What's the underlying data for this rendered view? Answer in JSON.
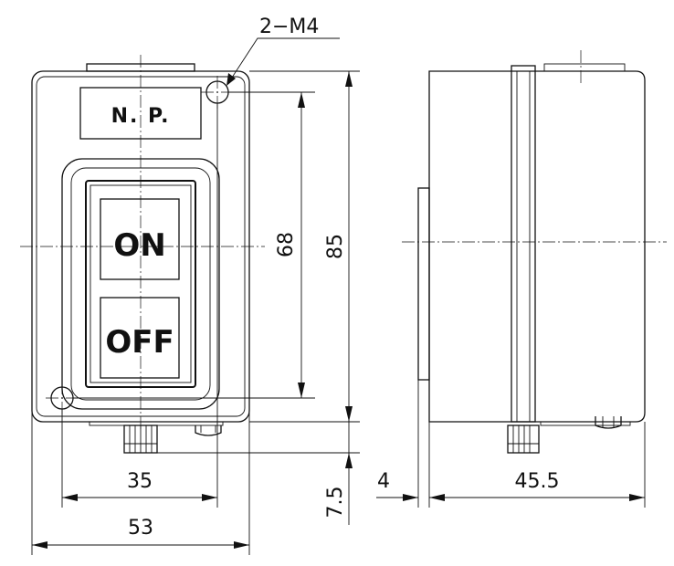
{
  "front_view": {
    "nameplate_label": "N. P.",
    "button_on_label": "ON",
    "button_off_label": "OFF",
    "mount_holes_label": "2−M4"
  },
  "dimensions": {
    "hole_spacing_vertical": "68",
    "overall_height": "85",
    "hole_spacing_horizontal": "35",
    "overall_width": "53",
    "gland_length": "7.5",
    "side_flange": "4",
    "overall_depth": "45.5"
  }
}
